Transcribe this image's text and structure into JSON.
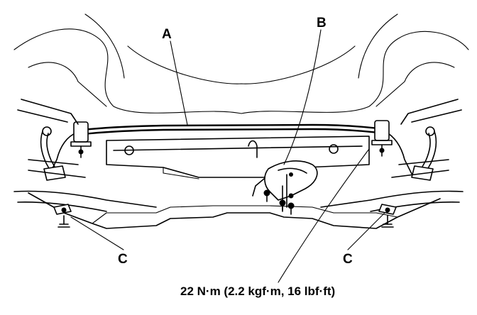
{
  "callouts": {
    "a": "A",
    "b": "B",
    "c_left": "C",
    "c_right": "C"
  },
  "torque_spec": "22 N·m (2.2 kgf·m, 16 lbf·ft)",
  "colors": {
    "ink": "#000000",
    "paper": "#ffffff"
  }
}
